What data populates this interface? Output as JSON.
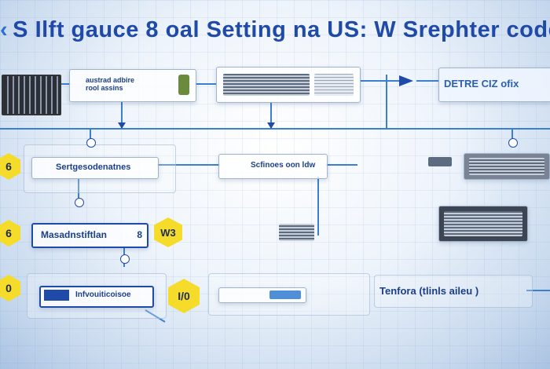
{
  "title": "S Ilft gauce 8 oal Setting na US: W Srephter code",
  "top_row": {
    "left_label": "austrad adbire\nrool assins",
    "right_label": "DETRE CIZ ofix"
  },
  "middle_row": {
    "hex_1": "6",
    "box_1_label": "Sertgesodenatnes",
    "box_2_label": "Scfinoes oon ldw"
  },
  "row_3": {
    "hex_2": "6",
    "box_label": "Masadnstiftlan",
    "box_suffix": "8",
    "hex_3": "W3"
  },
  "row_4": {
    "hex_4": "0",
    "box_label": "Infvouiticoisoe",
    "hex_5": "I/0",
    "bar_label": "Tenfora (tlinls aileu )"
  },
  "colors": {
    "accent": "#1f4aa8",
    "wire": "#3b7fd2",
    "hex": "#f6dc2a"
  }
}
